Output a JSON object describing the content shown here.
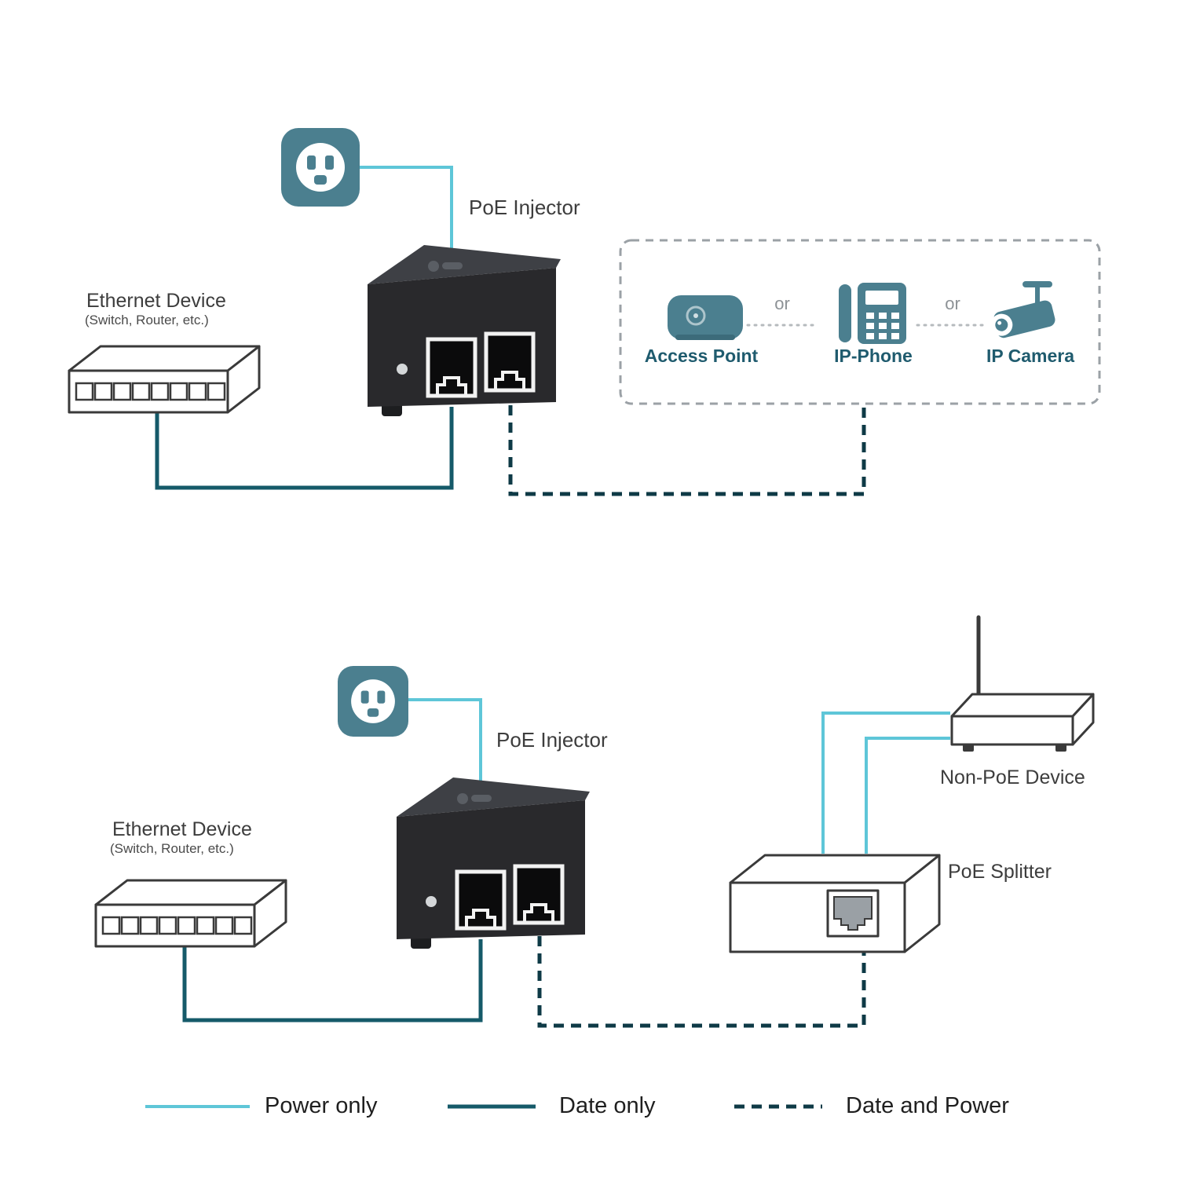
{
  "colors": {
    "teal_icon": "#4b7f8f",
    "teal_icon_dark": "#3c6b7a",
    "power_line": "#5ec6d8",
    "data_line": "#155a69",
    "data_power_line": "#0e3a46",
    "outline": "#3a3a3a",
    "label_text": "#3d3d3d",
    "sublabel_text": "#4a4a4a",
    "device_label_text": "#1f5b6e",
    "or_text": "#8d9296",
    "legend_text": "#1f1f1f"
  },
  "icons": [
    "power-outlet-icon",
    "poe-injector-device",
    "ethernet-switch-device",
    "access-point-icon",
    "ip-phone-icon",
    "ip-camera-icon",
    "non-poe-router-device",
    "poe-splitter-device"
  ],
  "scenario1": {
    "injector_label": "PoE Injector",
    "ethernet_device": {
      "title": "Ethernet Device",
      "subtitle": "(Switch, Router, etc.)"
    },
    "pd_box": {
      "access_point_label": "Access Point",
      "or_1": "or",
      "ip_phone_label": "IP-Phone",
      "or_2": "or",
      "ip_camera_label": "IP Camera"
    }
  },
  "scenario2": {
    "injector_label": "PoE Injector",
    "ethernet_device": {
      "title": "Ethernet Device",
      "subtitle": "(Switch, Router, etc.)"
    },
    "non_poe_device_label": "Non-PoE Device",
    "poe_splitter_label": "PoE Splitter"
  },
  "legend": {
    "power_only_label": "Power only",
    "data_only_label": "Date only",
    "data_and_power_label": "Date and Power"
  }
}
